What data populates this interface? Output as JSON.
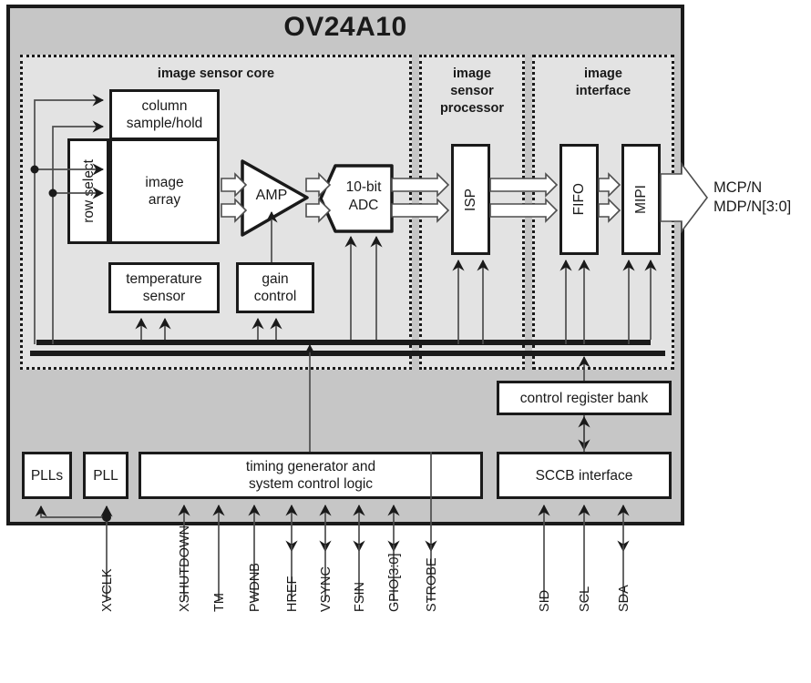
{
  "diagram": {
    "title": "OV24A10",
    "blocks": {
      "image_sensor_core": "image sensor core",
      "image_sensor_processor": "image\nsensor\nprocessor",
      "image_interface": "image\ninterface"
    },
    "boxes": {
      "column_sample_hold": "column\nsample/hold",
      "row_select": "row select",
      "image_array": "image\narray",
      "amp": "AMP",
      "adc": "10-bit\nADC",
      "temperature_sensor": "temperature\nsensor",
      "gain_control": "gain\ncontrol",
      "isp": "ISP",
      "fifo": "FIFO",
      "mipi": "MIPI",
      "control_register_bank": "control register bank",
      "timing_generator": "timing generator and\nsystem control logic",
      "sccb_interface": "SCCB interface",
      "plls": "PLLs",
      "pll": "PLL"
    },
    "outputs": {
      "mipi_lines": "MCP/N\nMDP/N[3:0]"
    },
    "pins": [
      {
        "label": "XVCLK",
        "dir": "in"
      },
      {
        "label": "XSHUTDOWN",
        "dir": "in"
      },
      {
        "label": "TM",
        "dir": "in"
      },
      {
        "label": "PWDNB",
        "dir": "in"
      },
      {
        "label": "HREF",
        "dir": "bidir"
      },
      {
        "label": "VSYNC",
        "dir": "bidir"
      },
      {
        "label": "FSIN",
        "dir": "bidir"
      },
      {
        "label": "GPIO[3:0]",
        "dir": "bidir"
      },
      {
        "label": "STROBE",
        "dir": "out"
      },
      {
        "label": "SID",
        "dir": "in"
      },
      {
        "label": "SCL",
        "dir": "in"
      },
      {
        "label": "SDA",
        "dir": "bidir"
      }
    ],
    "colors": {
      "chip_fill": "#c6c6c6",
      "subblock_fill": "#e3e3e3",
      "box_fill": "#ffffff",
      "ink": "#1a1a1a",
      "wire": "#4d4d4d"
    }
  }
}
